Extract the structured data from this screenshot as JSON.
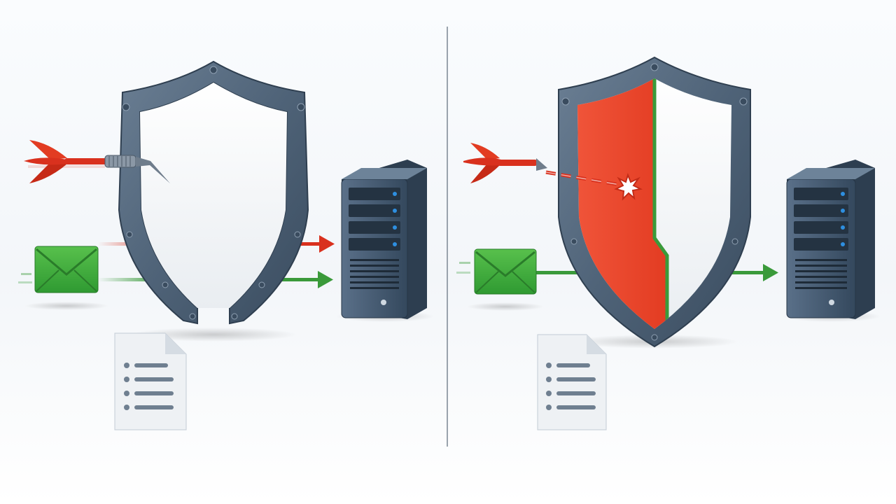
{
  "diagram": {
    "panels": [
      {
        "name": "left-panel",
        "shield": "gapped-shield",
        "threat_outcome": "dart-stuck-in-shield",
        "flows": [
          {
            "kind": "threat",
            "color": "#d9311e",
            "passes_shield": true
          },
          {
            "kind": "mail",
            "color": "#3a9a3a",
            "passes_shield": true
          }
        ]
      },
      {
        "name": "right-panel",
        "shield": "split-shield",
        "threat_outcome": "dart-blocked",
        "flows": [
          {
            "kind": "mail",
            "color": "#3a9a3a",
            "passes_shield": true
          }
        ]
      }
    ],
    "colors": {
      "threat": "#d9311e",
      "safe": "#3a9a3a",
      "shield_frame": "#4f6378",
      "server": "#3e546b",
      "divider": "#9aa3ad"
    },
    "icons": [
      "shield-icon",
      "dart-icon",
      "envelope-icon",
      "server-icon",
      "document-icon",
      "impact-star-icon"
    ]
  }
}
